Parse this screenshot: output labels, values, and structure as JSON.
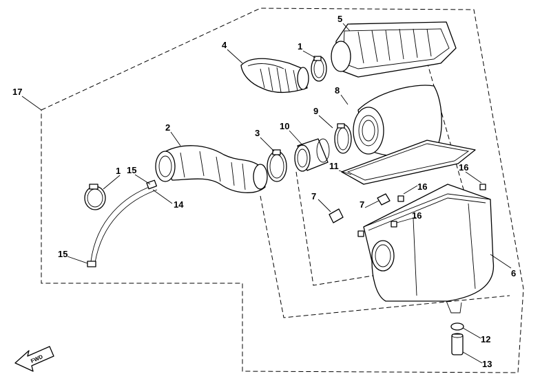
{
  "callouts": {
    "c1a": "1",
    "c1b": "1",
    "c2": "2",
    "c3": "3",
    "c4": "4",
    "c5": "5",
    "c6": "6",
    "c7a": "7",
    "c7b": "7",
    "c8": "8",
    "c9": "9",
    "c10": "10",
    "c11": "11",
    "c12": "12",
    "c13": "13",
    "c14": "14",
    "c15a": "15",
    "c15b": "15",
    "c16a": "16",
    "c16b": "16",
    "c16c": "16",
    "c17": "17"
  },
  "fwd_label": "FWD",
  "colors": {
    "line": "#000000",
    "background": "#ffffff"
  }
}
